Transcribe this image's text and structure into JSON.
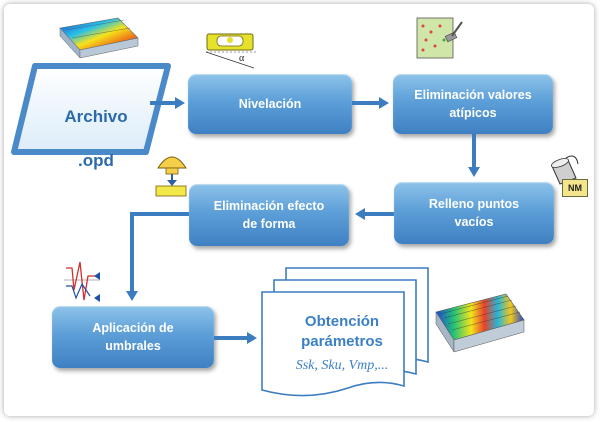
{
  "input": {
    "line1": "Archivo",
    "line2": ".opd"
  },
  "steps": {
    "nivelacion": "Nivelación",
    "eliminacion_atipicos": "Eliminación valores\natípicos",
    "relleno": "Relleno puntos\nvacíos",
    "efecto_forma": "Eliminación efecto\nde forma",
    "umbrales": "Aplicación de\numbrales"
  },
  "output": {
    "title": "Obtención\nparámetros",
    "params": "Ssk, Sku, Vmp,..."
  },
  "icon_labels": {
    "alpha": "α",
    "nm": "NM"
  },
  "colors": {
    "box": "#5d9fd8",
    "arrow": "#3c7cc0",
    "text_accent": "#3b80c6"
  }
}
